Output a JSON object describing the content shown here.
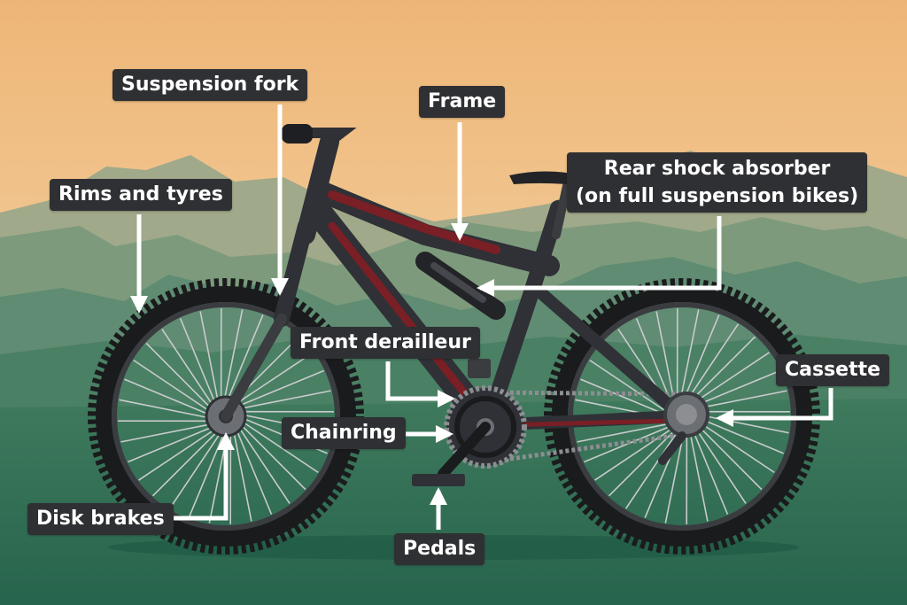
{
  "labels": {
    "suspension_fork": "Suspension fork",
    "frame": "Frame",
    "rims_and_tyres": "Rims and tyres",
    "rear_shock_line1": "Rear shock absorber",
    "rear_shock_line2": "(on full suspension bikes)",
    "front_derailleur": "Front derailleur",
    "cassette": "Cassette",
    "chainring": "Chainring",
    "disk_brakes": "Disk brakes",
    "pedals": "Pedals"
  },
  "colors": {
    "sky_top": "#eeb676",
    "sky_bottom": "#f4dcb6",
    "label_bg": "#2f3033",
    "frame_dark": "#2f3136",
    "frame_accent": "#7a1f25",
    "tyre": "#1a1b1d",
    "arrow": "#ffffff",
    "ground": "#2d6a52"
  }
}
